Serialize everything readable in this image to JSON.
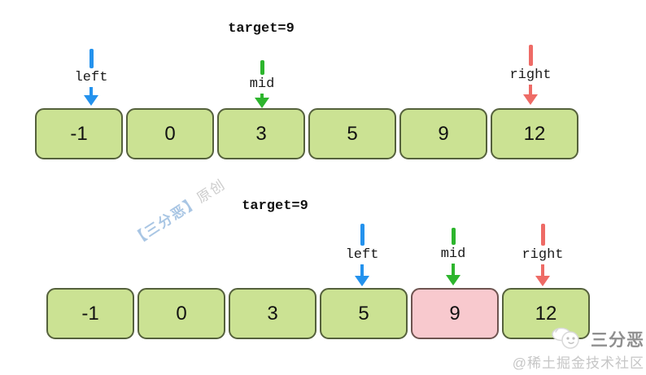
{
  "colors": {
    "cell-green": "#cbe293",
    "cell-green-border": "#55613c",
    "cell-pink": "#f8c9ce",
    "cell-pink-border": "#6e5450",
    "arrow-blue": "#2492ed",
    "arrow-green": "#2db52d",
    "arrow-red": "#ee6b66",
    "watermark-blue": "#a9c6e4",
    "watermark-gray": "#cccccc",
    "brand-gray": "#8f8f8f",
    "community-gray": "#c6c6c6"
  },
  "step1": {
    "target_label": "target=9",
    "cells": [
      "-1",
      "0",
      "3",
      "5",
      "9",
      "12"
    ],
    "pointers": {
      "left": "left",
      "mid": "mid",
      "right": "right"
    }
  },
  "step2": {
    "target_label": "target=9",
    "cells": [
      "-1",
      "0",
      "3",
      "5",
      "9",
      "12"
    ],
    "highlight_index": 4,
    "pointers": {
      "left": "left",
      "mid": "mid",
      "right": "right"
    }
  },
  "watermark": {
    "center_primary": "【三分恶】",
    "center_secondary": "原创",
    "brand": "三分恶",
    "community": "@稀土掘金技术社区"
  }
}
